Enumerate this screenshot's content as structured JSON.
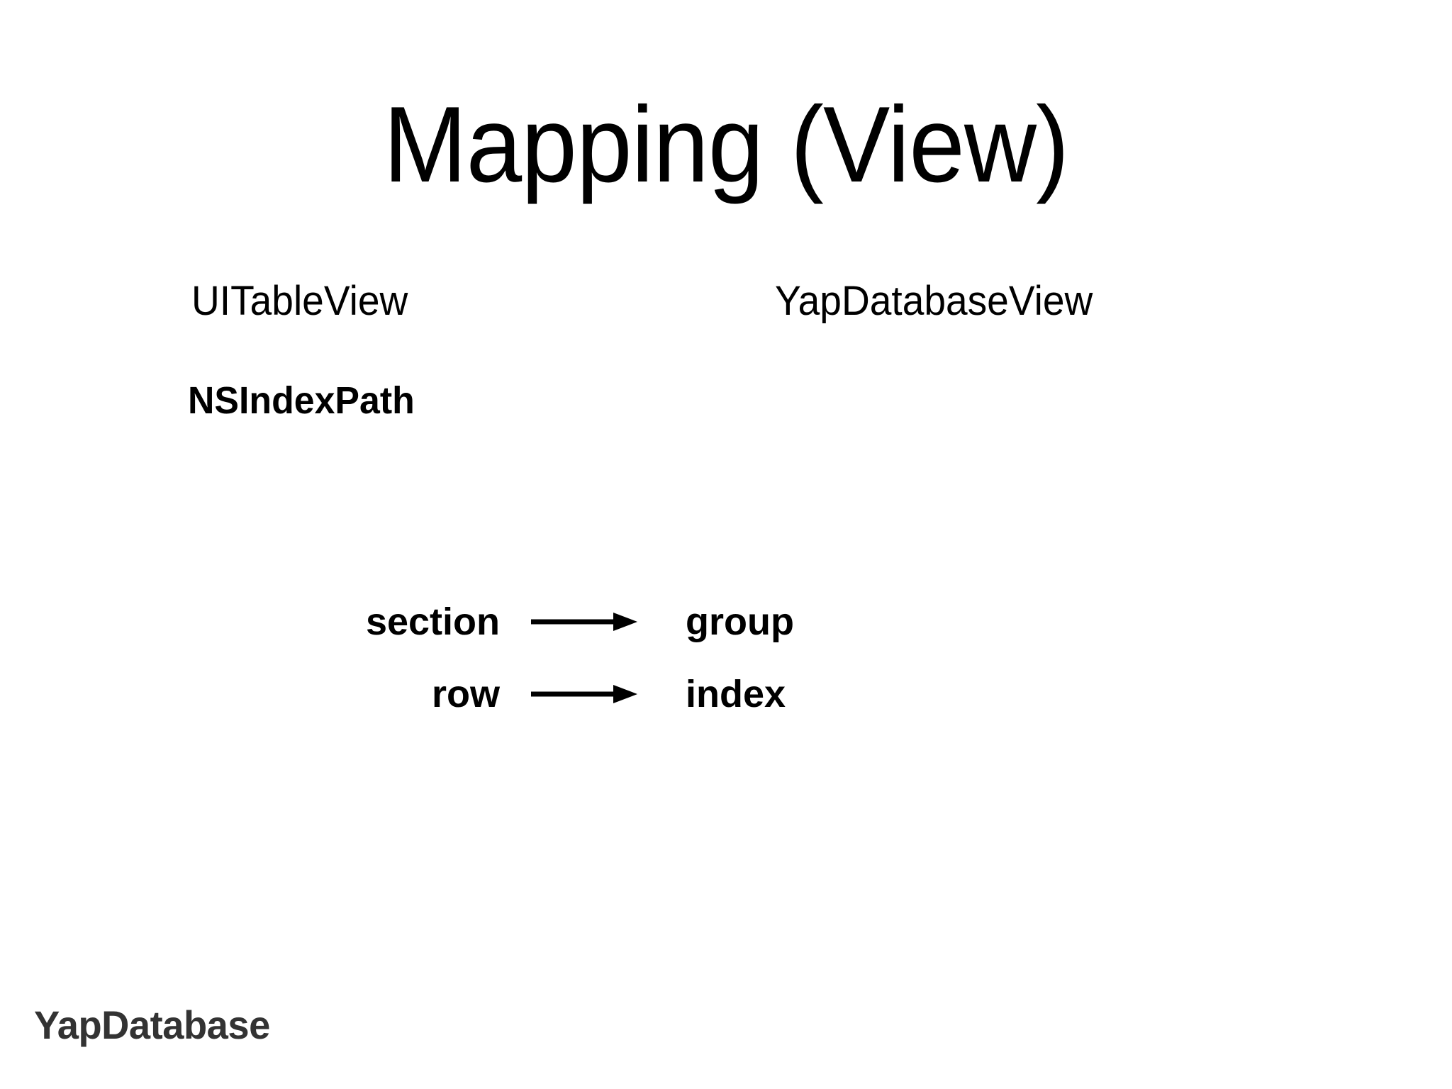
{
  "slide": {
    "title": "Mapping (View)",
    "background_color": "#ffffff",
    "text_color": "#000000",
    "brand_color": "#333333"
  },
  "columns": {
    "left_header": "UITableView",
    "right_header": "YapDatabaseView"
  },
  "structure": {
    "label": "NSIndexPath"
  },
  "mappings": [
    {
      "source": "section",
      "arrow": "arrow-right-icon",
      "target": "group"
    },
    {
      "source": "row",
      "arrow": "arrow-right-icon",
      "target": "index"
    }
  ],
  "footer": {
    "brand": "YapDatabase"
  }
}
